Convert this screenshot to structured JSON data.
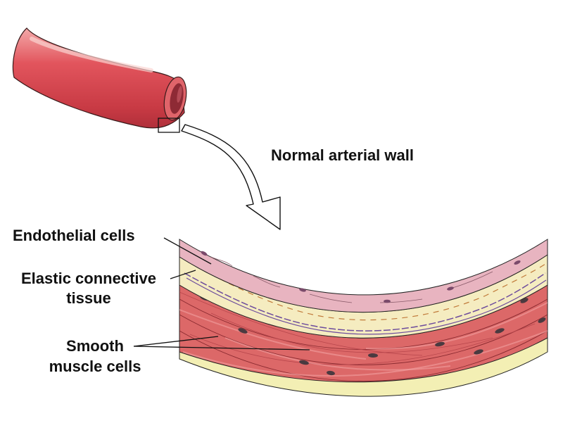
{
  "title": "Normal arterial wall",
  "labels": {
    "endothelial": "Endothelial cells",
    "elastic_line1": "Elastic connective",
    "elastic_line2": "tissue",
    "smooth_line1": "Smooth",
    "smooth_line2": "muscle cells"
  },
  "colors": {
    "artery_red": "#d9474f",
    "artery_highlight": "#f1a3a3",
    "lumen_dark": "#8e2a35",
    "endothelium": "#e8b4c0",
    "elastic_tissue": "#f5ecc0",
    "elastic_fibers": "#6d4c9c",
    "collagen_dashes": "#c07a3a",
    "smooth_muscle": "#dc6868",
    "muscle_nuclei": "#4a3a40",
    "outer_layer": "#f3efb4",
    "outline": "#222222"
  }
}
